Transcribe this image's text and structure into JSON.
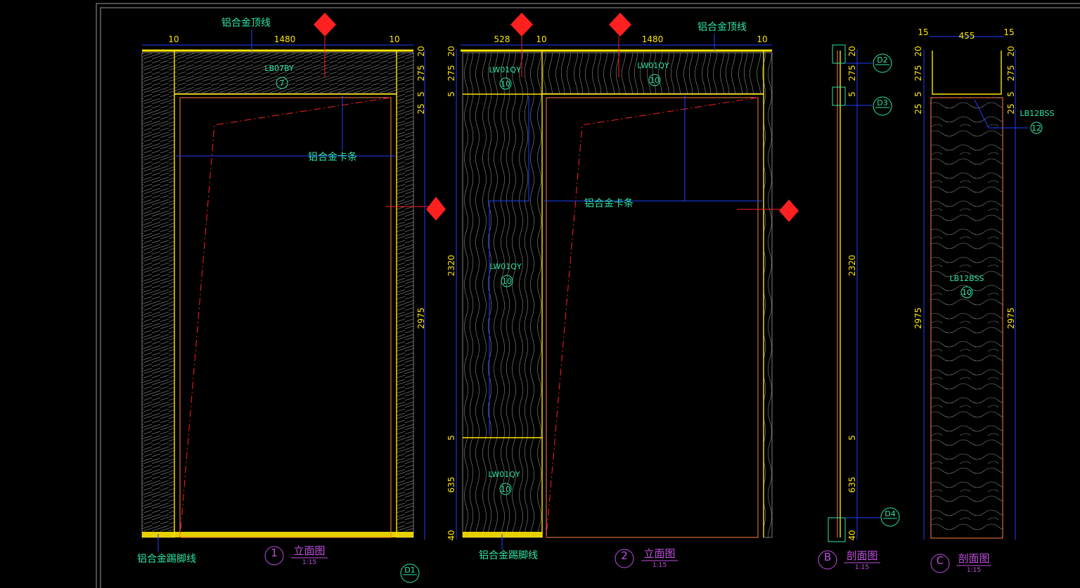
{
  "elev1": {
    "top_dims": [
      "10",
      "1480",
      "10"
    ],
    "right_dims": [
      "20",
      "275",
      "5",
      "25",
      "2975"
    ],
    "note_top": "铝合金顶线",
    "note_mid": "铝合金卡条",
    "note_bottom": "铝合金踢脚线",
    "tag_material": "LB07BY",
    "tag_num": "7",
    "title_num": "1",
    "title": "立面图",
    "scale": "1:15"
  },
  "elev2": {
    "top_dims": [
      "528",
      "10",
      "1480",
      "10"
    ],
    "left_dims": [
      "20",
      "275",
      "5",
      "2320",
      "5",
      "635",
      "40"
    ],
    "note_top": "铝合金顶线",
    "note_mid": "铝合金卡条",
    "note_bottom": "铝合金踢脚线",
    "tags": [
      {
        "material": "LW01QY",
        "num": "10"
      },
      {
        "material": "LW01QY",
        "num": "10"
      },
      {
        "material": "LW01QY",
        "num": "10"
      },
      {
        "material": "LW01QY",
        "num": "10"
      }
    ],
    "title_num": "2",
    "title": "立面图",
    "scale": "1:15"
  },
  "sectionB": {
    "dims": [
      "20",
      "275",
      "5",
      "2320",
      "5",
      "635",
      "40"
    ],
    "details": [
      "D2",
      "D3",
      "D4"
    ],
    "title_letter": "B",
    "title": "剖面图",
    "scale": "1:15"
  },
  "sectionC": {
    "top_dims": [
      "15",
      "455",
      "15"
    ],
    "left_dims": [
      "20",
      "275",
      "5",
      "25",
      "2975"
    ],
    "right_dims": [
      "20",
      "275",
      "5",
      "25",
      "2975"
    ],
    "tag_upper_material": "LB12BSS",
    "tag_upper_num": "12",
    "tag_material": "LB12BSS",
    "tag_num": "10",
    "title_letter": "C",
    "title": "剖面图",
    "scale": "1:15"
  },
  "detail_bottom": "D1",
  "colors": {
    "background": "#000000",
    "dimension_text": "#ffe600",
    "annotation_text": "#2ee6a6",
    "title_text": "#c050e0",
    "dimension_line": "#2040ff",
    "door_swing": "#ff2020"
  }
}
